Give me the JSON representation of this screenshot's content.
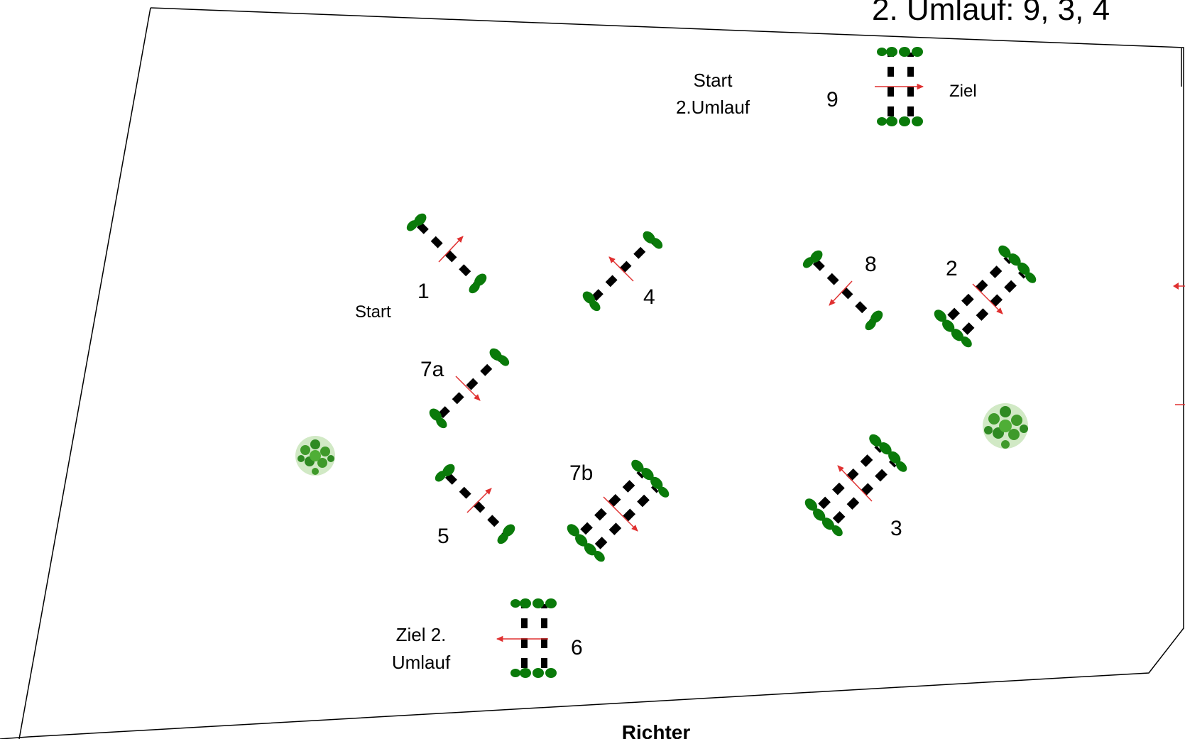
{
  "header": {
    "round2_text": "2. Umlauf:  9, 3, 4"
  },
  "labels": {
    "start_round2_line1": "Start",
    "start_round2_line2": "2.Umlauf",
    "ziel": "Ziel",
    "start": "Start",
    "finish_round2_line1": "Ziel 2.",
    "finish_round2_line2": "Umlauf",
    "richter": "Richter"
  },
  "obstacles": [
    {
      "number": "9",
      "type": "oxer"
    },
    {
      "number": "1",
      "type": "vertical"
    },
    {
      "number": "4",
      "type": "vertical"
    },
    {
      "number": "8",
      "type": "vertical"
    },
    {
      "number": "2",
      "type": "oxer"
    },
    {
      "number": "7a",
      "type": "vertical"
    },
    {
      "number": "5",
      "type": "vertical"
    },
    {
      "number": "7b",
      "type": "oxer"
    },
    {
      "number": "3",
      "type": "oxer"
    },
    {
      "number": "6",
      "type": "oxer"
    }
  ],
  "colors": {
    "pole_dark": "#000000",
    "standard_green": "#0a7a0a",
    "arrow_red": "#e03030",
    "bush_green": "#3f9a2a",
    "outline": "#000000"
  },
  "icons": [
    "bush-icon",
    "bush-icon"
  ]
}
